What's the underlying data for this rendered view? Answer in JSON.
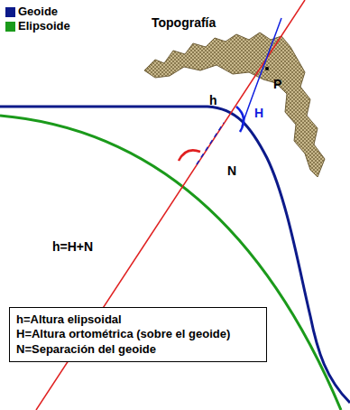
{
  "diagram": {
    "nodes": [
      {
        "text": [
          "h=Altura elipsoidal",
          "H=Altura ortométrica (sobre el geoide)",
          "N=Separación del geoide"
        ]
      }
    ],
    "edges": [],
    "labels": [
      "Topografía",
      "P",
      "h",
      "H",
      "N",
      "h=H+N"
    ],
    "legend": [
      {
        "text": "Geoide",
        "color": "#0c1a8a"
      },
      {
        "text": "Elipsoide",
        "color": "#1b9a1b"
      }
    ]
  }
}
